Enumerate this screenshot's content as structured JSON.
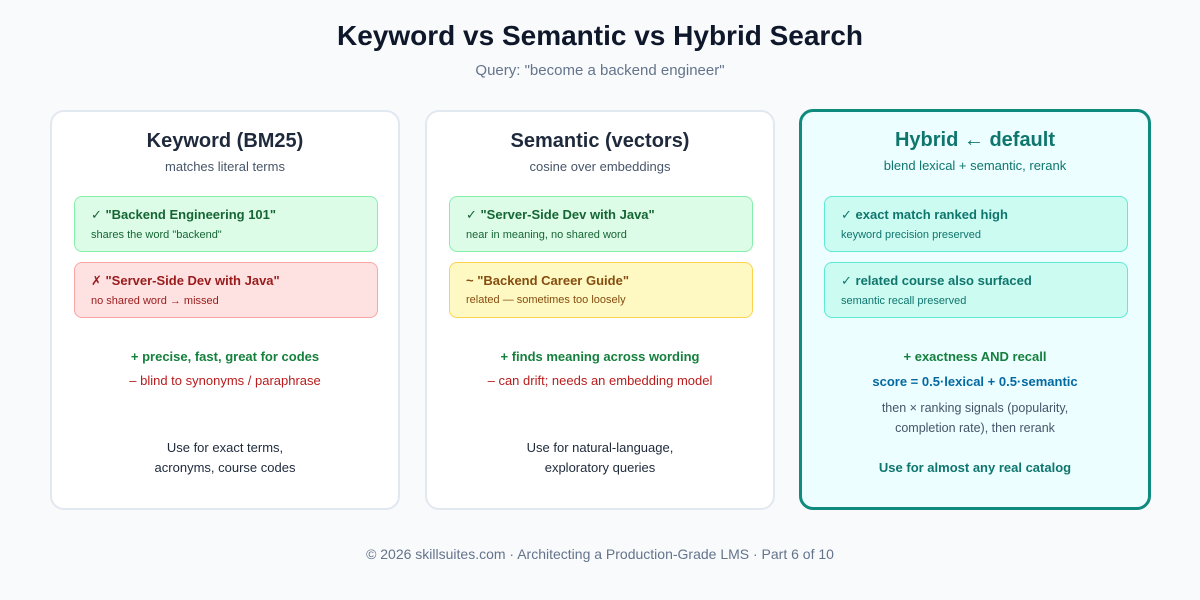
{
  "header": {
    "title": "Keyword vs Semantic vs Hybrid Search",
    "subtitle": "Query: \"become a backend engineer\""
  },
  "cards": {
    "keyword": {
      "title": "Keyword (BM25)",
      "subtitle": "matches literal terms",
      "results": [
        {
          "title": "✓ \"Backend Engineering 101\"",
          "note": "shares the word \"backend\"",
          "tone": "green"
        },
        {
          "title": "✗ \"Server-Side Dev with Java\"",
          "note": "no shared word → missed",
          "tone": "red"
        }
      ],
      "pro": "+ precise, fast, great for codes",
      "con": "– blind to synonyms / paraphrase",
      "use_line1": "Use for exact terms,",
      "use_line2": "acronyms, course codes"
    },
    "semantic": {
      "title": "Semantic (vectors)",
      "subtitle": "cosine over embeddings",
      "results": [
        {
          "title": "✓ \"Server-Side Dev with Java\"",
          "note": "near in meaning, no shared word",
          "tone": "green"
        },
        {
          "title": "~ \"Backend Career Guide\"",
          "note": "related — sometimes too loosely",
          "tone": "yellow"
        }
      ],
      "pro": "+ finds meaning across wording",
      "con": "– can drift; needs an embedding model",
      "use_line1": "Use for natural-language,",
      "use_line2": "exploratory queries"
    },
    "hybrid": {
      "title": "Hybrid ← default",
      "subtitle": "blend lexical + semantic, rerank",
      "results": [
        {
          "title": "✓ exact match ranked high",
          "note": "keyword precision preserved",
          "tone": "teal"
        },
        {
          "title": "✓ related course also surfaced",
          "note": "semantic recall preserved",
          "tone": "teal"
        }
      ],
      "pro": "+ exactness AND recall",
      "formula": "score = 0.5·lexical + 0.5·semantic",
      "note_line1": "then × ranking signals (popularity,",
      "note_line2": "completion rate), then rerank",
      "use": "Use for almost any real catalog"
    }
  },
  "footer": "© 2026 skillsuites.com · Architecting a Production-Grade LMS · Part 6 of 10",
  "colors": {
    "hybrid_border": "#0f8a7e",
    "hybrid_bg": "#ecfeff",
    "pro_green": "#15803d",
    "con_red": "#b91c1c",
    "formula_blue": "#0369a1"
  }
}
